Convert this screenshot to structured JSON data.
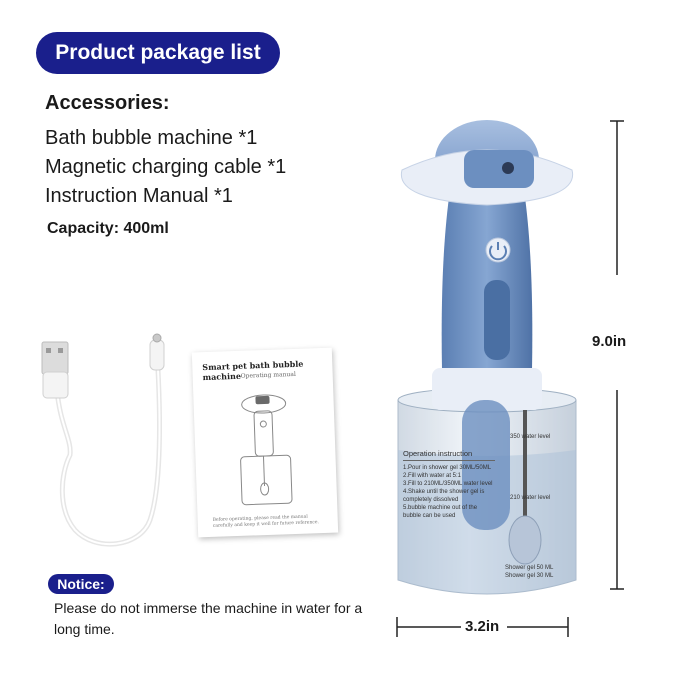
{
  "header": {
    "title": "Product package list"
  },
  "accessories": {
    "heading": "Accessories:",
    "items": [
      "Bath bubble machine *1",
      "Magnetic charging cable *1",
      "Instruction Manual *1"
    ]
  },
  "capacity": "Capacity: 400ml",
  "notice": {
    "label": "Notice:",
    "text": "Please do not immerse the machine in water for a long time."
  },
  "dimensions": {
    "height": "9.0in",
    "width": "3.2in"
  },
  "manual": {
    "title": "Smart pet bath bubble machine",
    "subtitle": "Operating manual",
    "footer": "Before operating, please read the manual carefully and keep it well for future reference."
  },
  "bottle_label": {
    "title": "Operation instruction",
    "steps": [
      "1.Pour in shower gel 30ML/50ML",
      "2.Fill with water at 5:1",
      "3.Fill to 210ML/350ML water level",
      "4.Shake until the shower gel is completely dissolved",
      "5.bubble machine out of the bubble can be used"
    ],
    "levels": [
      "350 water level",
      "210 water level",
      "Shower gel 50 ML",
      "Shower gel 30 ML"
    ]
  },
  "colors": {
    "brand_navy": "#1a1f8c",
    "device_blue": "#6c8fc0",
    "device_white": "#e9eef7"
  }
}
